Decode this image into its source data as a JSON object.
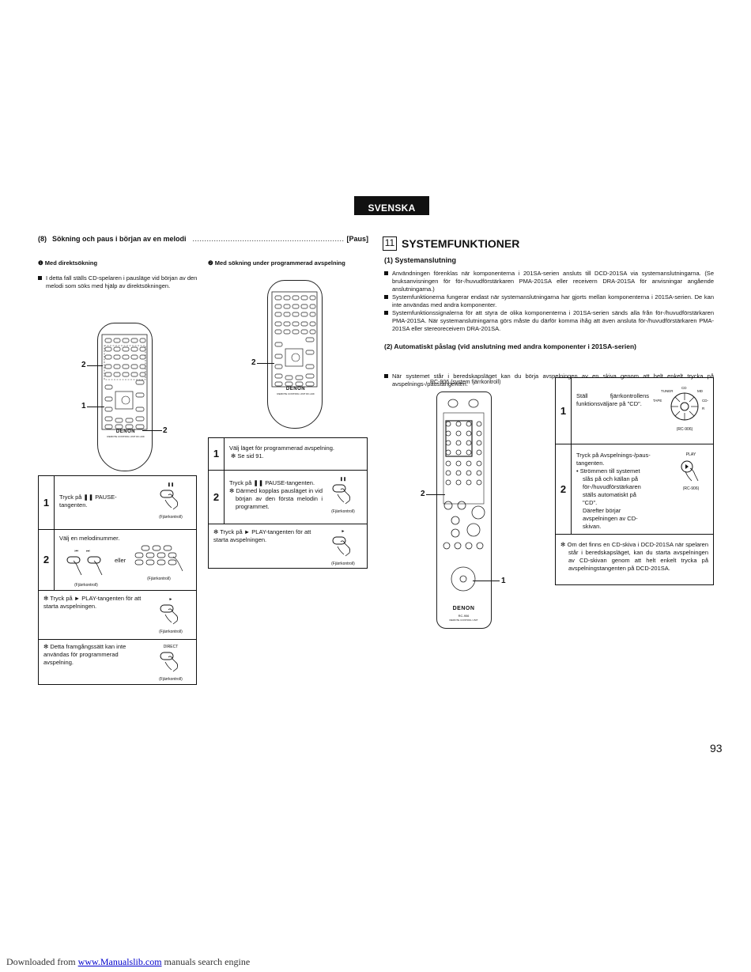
{
  "language_tab": "SVENSKA",
  "section8": {
    "number": "(8)",
    "title": "Sökning och paus i början av en melodi",
    "dots": "............................................................................................",
    "tag": "[Paus]",
    "sub1": {
      "heading": "❶ Med direktsökning",
      "bullet": "I detta fall ställs CD-spelaren i pausläge vid början av den melodi som söks med hjälp av direktsökningen.",
      "remote_label_2a": "2",
      "remote_label_1": "1",
      "remote_label_2b": "2",
      "remote_brand": "DENON",
      "remote_model": "REMOTE CONTROL UNIT RC-249",
      "steps": [
        {
          "num": "1",
          "text": "Tryck på ❚❚ PAUSE-tangenten.",
          "caption": "(Fjärrkontroll)",
          "key": "❚❚"
        },
        {
          "num": "2",
          "text": "Välj en melodinummer.",
          "eller": "eller",
          "caption1": "(Fjärrkontroll)",
          "caption2": "(Fjärrkontroll)",
          "k1": "⏮",
          "k2": "⏭"
        }
      ],
      "notes": [
        {
          "text": "✻ Tryck på ► PLAY-tangenten för att starta avspelningen.",
          "caption": "(Fjärrkontroll)",
          "key": "►"
        },
        {
          "text": "✻ Detta framgångssätt kan inte användas för programmerad avspelning.",
          "caption": "(Fjärrkontroll)",
          "key": "DIRECT"
        }
      ]
    },
    "sub2": {
      "heading": "❷ Med sökning under programmerad avspelning",
      "remote_label_2": "2",
      "remote_brand": "DENON",
      "remote_model": "REMOTE CONTROL UNIT RC-249",
      "steps": [
        {
          "num": "1",
          "text": "Välj läget för programmerad avspelning.",
          "sub": "✻ Se sid 91."
        },
        {
          "num": "2",
          "text": "Tryck på ❚❚ PAUSE-tangenten.",
          "sub": "✻ Därmed kopplas pausläget in vid början av den första melodin i programmet.",
          "caption": "(Fjärrkontroll)",
          "key": "❚❚"
        }
      ],
      "note": {
        "text": "✻ Tryck på ► PLAY-tangenten för att starta avspelningen.",
        "caption": "(Fjärrkontroll)",
        "key": "►"
      }
    }
  },
  "section11": {
    "number": "11",
    "title": "SYSTEMFUNKTIONER",
    "sub1": {
      "heading": "(1)  Systemanslutning",
      "bullets": [
        "Användningen förenklas när komponenterna i 201SA-serien ansluts till DCD-201SA via systemanslutningarna. (Se bruksanvisningen för för-/huvudförstärkaren PMA-201SA eller receivern DRA-201SA för anvisningar angående anslutningarna.)",
        "Systemfunktionerna fungerar endast när systemanslutningarna har gjorts mellan komponenterna i 201SA-serien. De kan inte användas med andra komponenter.",
        "Systemfunktionssignalerna för att styra de olika komponenterna i 201SA-serien sänds alla från för-/huvudförstärkaren PMA-201SA. När systemanslutningarna görs måste du därför komma ihåg att även ansluta för-/huvudförstärkaren PMA-201SA eller stereoreceivern DRA-201SA."
      ]
    },
    "sub2": {
      "heading": "(2)  Automatiskt påslag (vid anslutning med andra komponenter i 201SA-serien)",
      "bullet": "När systemet står i beredskapsläget kan du börja avspelningen av en skiva genom att helt enkelt trycka på avspelnings-/paustangenten.",
      "remote_caption": "RC-906 (system fjärrkontroll)",
      "remote_label_2": "2",
      "remote_label_1": "1",
      "remote_brand": "DENON",
      "remote_model": "RC-906",
      "remote_unit": "REMOTE CONTROL UNIT",
      "steps": [
        {
          "num": "1",
          "text": "Ställ fjärrkontrollens funktionsväljare på \"CD\".",
          "caption": "(RC-906)",
          "dial": [
            "TUNER",
            "CD",
            "MD",
            "TAPE",
            "CD-R"
          ]
        },
        {
          "num": "2",
          "text": "Tryck på Avspelnings-/paus-tangenten.",
          "dot": "• Strömmen till systemet slås på och källan på för-/huvudförstärkaren ställs automatiskt på \"CD\".",
          "after": "Därefter börjar avspelningen av CD-skivan.",
          "caption": "(RC-906)",
          "key": "PLAY"
        }
      ],
      "note": "✻ Om det finns en CD-skiva i DCD-201SA när spelaren står i beredskapsläget, kan du starta avspelningen av CD-skivan genom att helt enkelt trycka på avspelningstangenten på DCD-201SA."
    }
  },
  "page_number": "93",
  "footer": {
    "prefix": "Downloaded from ",
    "link": "www.Manualslib.com",
    "suffix": " manuals search engine"
  }
}
